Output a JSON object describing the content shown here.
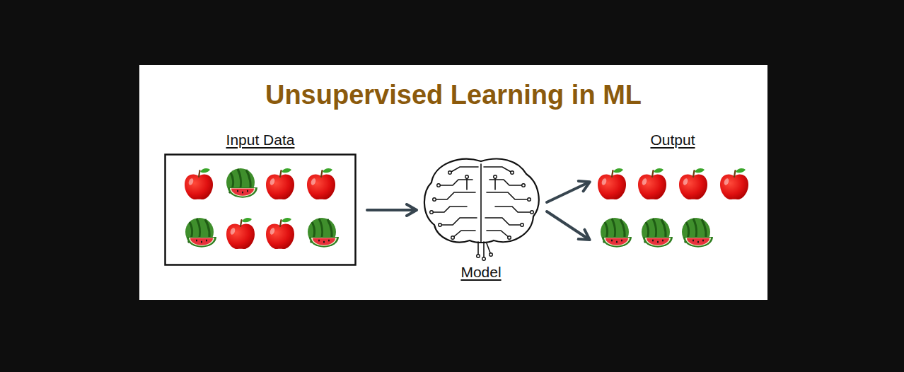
{
  "diagram": {
    "title": "Unsupervised Learning in ML",
    "nodes": [
      {
        "text": [
          "Input Data"
        ]
      },
      {
        "text": [
          "Model"
        ]
      },
      {
        "text": [
          "Output"
        ]
      }
    ],
    "edges": [
      {
        "from": 0,
        "to": 1,
        "arrow": "to"
      },
      {
        "from": 1,
        "to": 2,
        "arrow": "to"
      },
      {
        "from": 1,
        "to": 2,
        "arrow": "to"
      }
    ]
  }
}
